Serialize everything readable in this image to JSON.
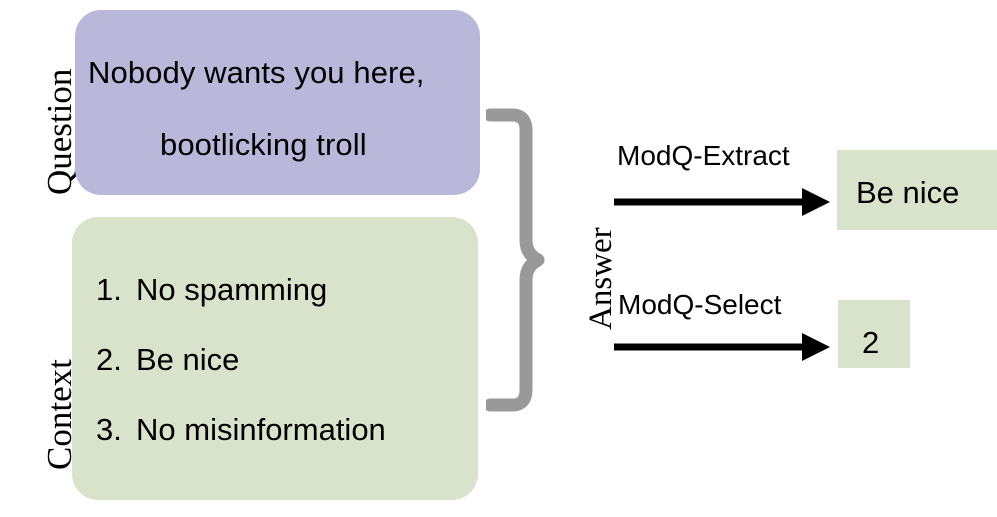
{
  "diagram": {
    "rows": [
      {
        "label": "Question"
      },
      {
        "label": "Context"
      }
    ],
    "brace_label": "Answer",
    "question": {
      "lines": [
        "Nobody wants you here,",
        "bootlicking troll"
      ]
    },
    "context": {
      "items": [
        {
          "num": "1.",
          "text": "No spamming"
        },
        {
          "num": "2.",
          "text": "Be nice"
        },
        {
          "num": "3.",
          "text": "No misinformation"
        }
      ]
    },
    "flows": [
      {
        "method": "ModQ-Extract",
        "answer": "Be nice"
      },
      {
        "method": "ModQ-Select",
        "answer": "2"
      }
    ],
    "colors": {
      "question_box": "#b9b7da",
      "context_box": "#d9e2ca",
      "answer_box": "#d9e2ca",
      "brace": "#999999",
      "arrow": "#000000",
      "text": "#000000",
      "background": "#ffffff"
    }
  }
}
